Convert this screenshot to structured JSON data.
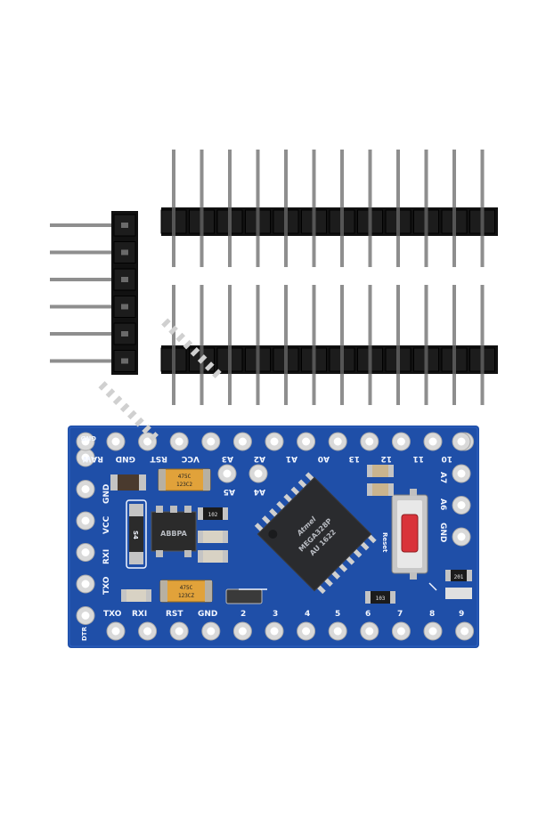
{
  "board": {
    "top_labels": [
      "RAW",
      "GND",
      "RST",
      "VCC",
      "A3",
      "A2",
      "A1",
      "A0",
      "13",
      "12",
      "11",
      "10"
    ],
    "gnd_corner": "GND",
    "inner_labels": [
      "A5",
      "A4"
    ],
    "left_labels": [
      "GND",
      "VCC",
      "RXI",
      "TXO"
    ],
    "bottom_labels": [
      "TXO",
      "RXI",
      "RST",
      "GND",
      "2",
      "3",
      "4",
      "5",
      "6",
      "7",
      "8",
      "9"
    ],
    "dtr": "DTR",
    "right_labels": [
      "A7",
      "A6",
      "GND"
    ],
    "reset_label": "Reset",
    "chip_lines": [
      "Atmel",
      "MEGA328P",
      "AU 1622"
    ],
    "cap_top_lines": [
      "475C",
      "123C2"
    ],
    "cap_bottom_lines": [
      "475C",
      "123CZ"
    ],
    "regulator_text": "ABBPA",
    "diode_text": "S4",
    "r1_text": "102",
    "r2_text": "103",
    "r3_text": "201"
  },
  "colors": {
    "pcb": "#1f4fa8",
    "header": "#111111",
    "pin": "#8e8e8e"
  }
}
